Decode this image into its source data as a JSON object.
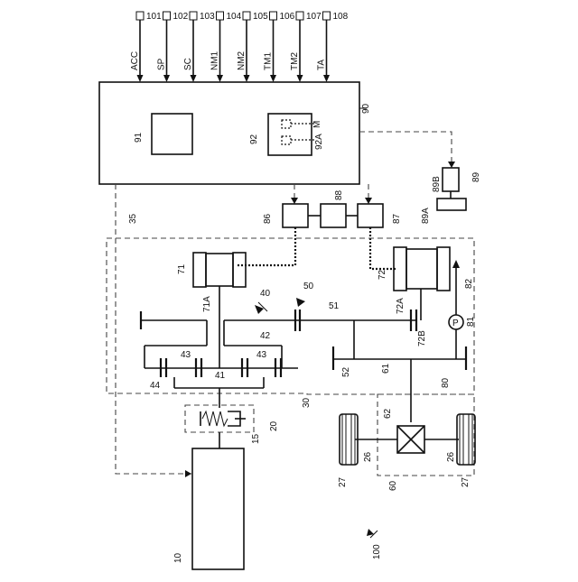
{
  "sensors": [
    {
      "signal": "ACC",
      "ref": "101"
    },
    {
      "signal": "SP",
      "ref": "102"
    },
    {
      "signal": "SC",
      "ref": "103"
    },
    {
      "signal": "NM1",
      "ref": "104"
    },
    {
      "signal": "NM2",
      "ref": "105"
    },
    {
      "signal": "TM1",
      "ref": "106"
    },
    {
      "signal": "TM2",
      "ref": "107"
    },
    {
      "signal": "TA",
      "ref": "108"
    }
  ],
  "controller": {
    "ref": "90",
    "block_a": "91",
    "block_b": "92",
    "memory": "M",
    "memory_ref": "92A"
  },
  "converters": {
    "left": "86",
    "middle": "88",
    "right": "87"
  },
  "battery": {
    "ref": "89",
    "part_a": "89A",
    "part_b": "89B"
  },
  "refs": {
    "case": "35",
    "engine": "10",
    "damper_shaft": "15",
    "damper": "20",
    "sub_assembly": "30",
    "gear_set": "40",
    "shaft_41": "41",
    "gear_42": "42",
    "gear_43": "43",
    "gear_44": "44",
    "mg1": "71",
    "mg1_shaft": "71A",
    "counter_unit": "50",
    "counter_shaft": "51",
    "gear_52": "52",
    "mg2": "72",
    "mg2_a": "72A",
    "mg2_b": "72B",
    "final_gear": "61",
    "differential": "62",
    "drive_unit": "60",
    "oil_unit": "80",
    "pump": "81",
    "oil_path": "82",
    "axle": "26",
    "wheel": "27",
    "system": "100",
    "pump_symbol": "P"
  }
}
